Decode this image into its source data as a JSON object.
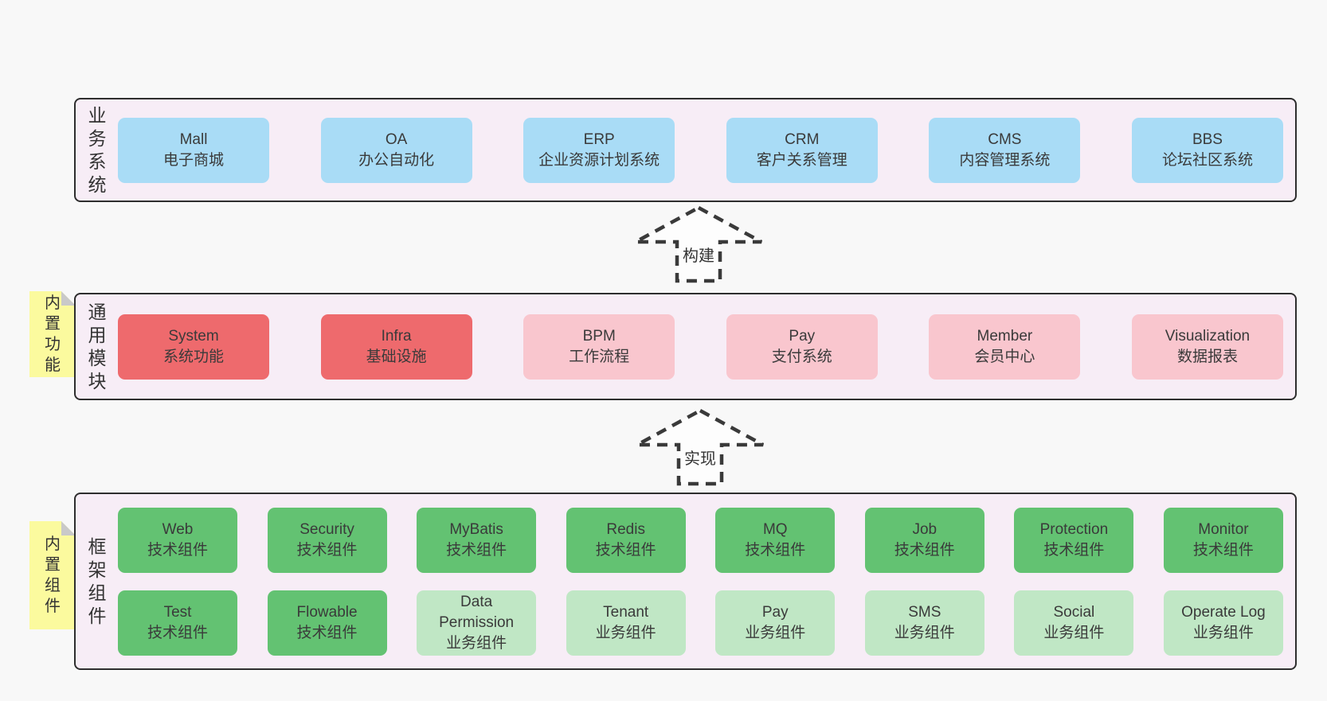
{
  "colors": {
    "page_bg": "#f8f8f8",
    "band_bg": "#f7edf6",
    "band_border": "#2e2e2e",
    "blue_box": "#a9dcf6",
    "red_box": "#ee6a6d",
    "pink_box": "#f9c6ce",
    "green_box": "#63c272",
    "light_green_box": "#c0e7c5",
    "sticky_yellow": "#fbfa9e",
    "sticky_fold": "#c9c9c9",
    "arrow_stroke": "#3a3a3a",
    "text": "#3a3a3a"
  },
  "stickies": [
    {
      "id": "builtin-features",
      "text": "内置功能"
    },
    {
      "id": "builtin-components",
      "text": "内置组件"
    }
  ],
  "arrows": [
    {
      "id": "build",
      "label": "构建"
    },
    {
      "id": "implement",
      "label": "实现"
    }
  ],
  "bands": [
    {
      "id": "business-systems",
      "label": "业务系统",
      "cols": 6,
      "rows": [
        [
          {
            "id": "mall",
            "name": "Mall",
            "subtitle": "电子商城",
            "type": "blue"
          },
          {
            "id": "oa",
            "name": "OA",
            "subtitle": "办公自动化",
            "type": "blue"
          },
          {
            "id": "erp",
            "name": "ERP",
            "subtitle": "企业资源计划系统",
            "type": "blue"
          },
          {
            "id": "crm",
            "name": "CRM",
            "subtitle": "客户关系管理",
            "type": "blue"
          },
          {
            "id": "cms",
            "name": "CMS",
            "subtitle": "内容管理系统",
            "type": "blue"
          },
          {
            "id": "bbs",
            "name": "BBS",
            "subtitle": "论坛社区系统",
            "type": "blue"
          }
        ]
      ]
    },
    {
      "id": "common-modules",
      "label": "通用模块",
      "cols": 6,
      "rows": [
        [
          {
            "id": "system",
            "name": "System",
            "subtitle": "系统功能",
            "type": "red"
          },
          {
            "id": "infra",
            "name": "Infra",
            "subtitle": "基础设施",
            "type": "red"
          },
          {
            "id": "bpm",
            "name": "BPM",
            "subtitle": "工作流程",
            "type": "pink"
          },
          {
            "id": "pay-module",
            "name": "Pay",
            "subtitle": "支付系统",
            "type": "pink"
          },
          {
            "id": "member",
            "name": "Member",
            "subtitle": "会员中心",
            "type": "pink"
          },
          {
            "id": "visualization",
            "name": "Visualization",
            "subtitle": "数据报表",
            "type": "pink"
          }
        ]
      ]
    },
    {
      "id": "framework-components",
      "label": "框架组件",
      "cols": 8,
      "rows": [
        [
          {
            "id": "web",
            "name": "Web",
            "subtitle": "技术组件",
            "type": "green"
          },
          {
            "id": "security",
            "name": "Security",
            "subtitle": "技术组件",
            "type": "green"
          },
          {
            "id": "mybatis",
            "name": "MyBatis",
            "subtitle": "技术组件",
            "type": "green"
          },
          {
            "id": "redis",
            "name": "Redis",
            "subtitle": "技术组件",
            "type": "green"
          },
          {
            "id": "mq",
            "name": "MQ",
            "subtitle": "技术组件",
            "type": "green"
          },
          {
            "id": "job",
            "name": "Job",
            "subtitle": "技术组件",
            "type": "green"
          },
          {
            "id": "protection",
            "name": "Protection",
            "subtitle": "技术组件",
            "type": "green"
          },
          {
            "id": "monitor",
            "name": "Monitor",
            "subtitle": "技术组件",
            "type": "green"
          }
        ],
        [
          {
            "id": "test",
            "name": "Test",
            "subtitle": "技术组件",
            "type": "green"
          },
          {
            "id": "flowable",
            "name": "Flowable",
            "subtitle": "技术组件",
            "type": "green"
          },
          {
            "id": "data-permission",
            "name": "Data Permission",
            "subtitle": "业务组件",
            "type": "lightgreen"
          },
          {
            "id": "tenant",
            "name": "Tenant",
            "subtitle": "业务组件",
            "type": "lightgreen"
          },
          {
            "id": "pay-component",
            "name": "Pay",
            "subtitle": "业务组件",
            "type": "lightgreen"
          },
          {
            "id": "sms",
            "name": "SMS",
            "subtitle": "业务组件",
            "type": "lightgreen"
          },
          {
            "id": "social",
            "name": "Social",
            "subtitle": "业务组件",
            "type": "lightgreen"
          },
          {
            "id": "operate-log",
            "name": "Operate Log",
            "subtitle": "业务组件",
            "type": "lightgreen"
          }
        ]
      ]
    }
  ]
}
